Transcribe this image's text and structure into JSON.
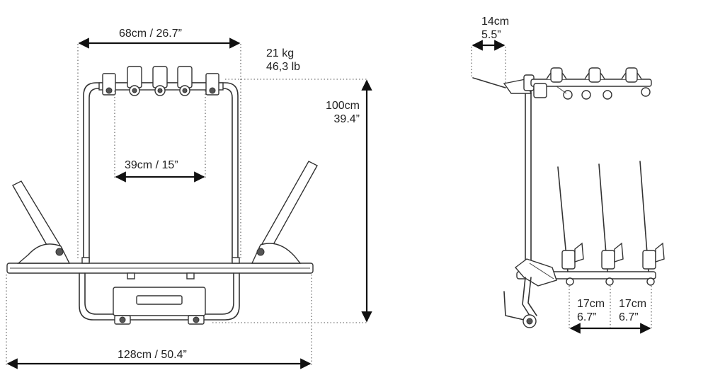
{
  "front_view": {
    "width_top": "68cm / 26.7”",
    "weight_kg": "21 kg",
    "weight_lb": "46,3 lb",
    "height_cm": "100cm",
    "height_in": "39.4”",
    "inner_width": "39cm / 15”",
    "total_width": "128cm / 50.4”"
  },
  "side_view": {
    "offset_cm": "14cm",
    "offset_in": "5.5”",
    "spacing_1_cm": "17cm",
    "spacing_1_in": "6.7”",
    "spacing_2_cm": "17cm",
    "spacing_2_in": "6.7”"
  },
  "colors": {
    "line": "#333333",
    "dimension": "#111111"
  }
}
